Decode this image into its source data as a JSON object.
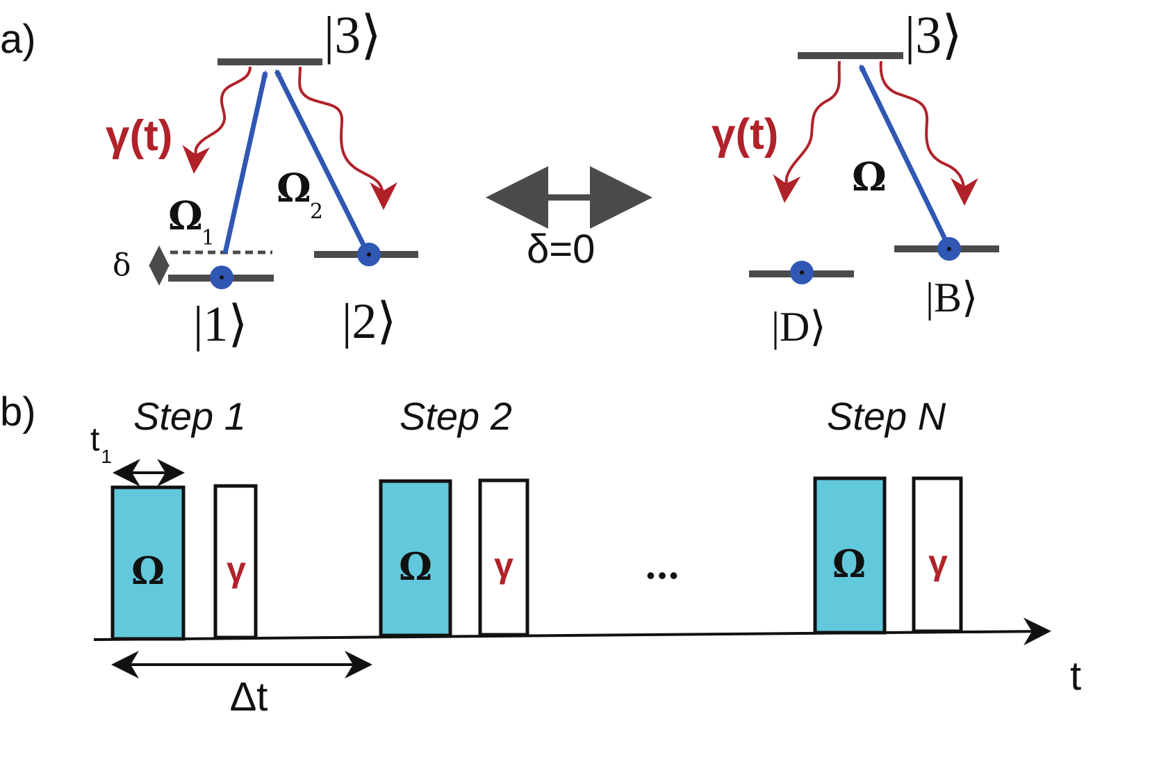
{
  "panel_a": {
    "label": "a)",
    "left_scheme": {
      "level_top": "|3⟩",
      "level_1": "|1⟩",
      "level_2": "|2⟩",
      "omega_1": "Ω",
      "omega_1_sub": "1",
      "omega_2": "Ω",
      "omega_2_sub": "2",
      "decay": "γ(t)",
      "detuning": "δ"
    },
    "arrow_label": "δ=0",
    "right_scheme": {
      "level_top": "|3⟩",
      "level_d": "|D⟩",
      "level_b": "|B⟩",
      "omega": "Ω",
      "decay": "γ(t)"
    }
  },
  "panel_b": {
    "label": "b)",
    "steps": [
      {
        "title": "Step 1",
        "pulse": "Ω",
        "decay": "γ"
      },
      {
        "title": "Step 2",
        "pulse": "Ω",
        "decay": "γ"
      },
      {
        "title": "Step N",
        "pulse": "Ω",
        "decay": "γ"
      }
    ],
    "ellipsis": "•••",
    "t1_label": "t",
    "t1_sub": "1",
    "dt_label": "Δt",
    "axis_label": "t"
  },
  "colors": {
    "pulse_fill": "#62c9dc",
    "laser": "#2f57b3",
    "decay": "#b0222a",
    "level": "#4a4a4a"
  }
}
